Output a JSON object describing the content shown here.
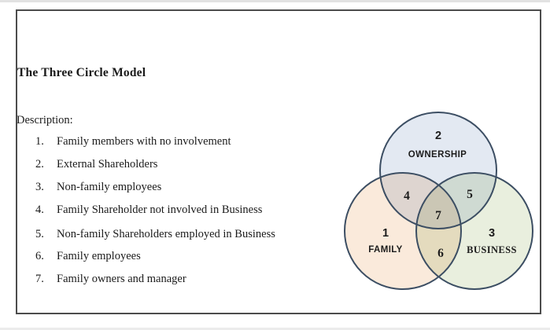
{
  "title": "The Three Circle Model",
  "description_label": "Description:",
  "list": {
    "items": [
      {
        "num": "1.",
        "text": "Family members with no involvement"
      },
      {
        "num": "2.",
        "text": "External Shareholders"
      },
      {
        "num": "3.",
        "text": "Non-family employees"
      },
      {
        "num": "4.",
        "text": "Family Shareholder not involved in Business"
      },
      {
        "num": "5.",
        "text": "Non-family Shareholders employed in Business"
      },
      {
        "num": "6.",
        "text": "Family employees"
      },
      {
        "num": "7.",
        "text": "Family owners and manager"
      }
    ]
  },
  "venn": {
    "stroke_color": "#3c4e63",
    "circles": [
      {
        "number": "1",
        "label": "FAMILY",
        "fill": "#faeadb"
      },
      {
        "number": "2",
        "label": "OWNERSHIP",
        "fill": "#e3e9f2"
      },
      {
        "number": "3",
        "label": "BUSINESS",
        "fill": "#e9efde"
      }
    ],
    "overlaps": [
      {
        "number": "4"
      },
      {
        "number": "5"
      },
      {
        "number": "6"
      },
      {
        "number": "7"
      }
    ]
  }
}
